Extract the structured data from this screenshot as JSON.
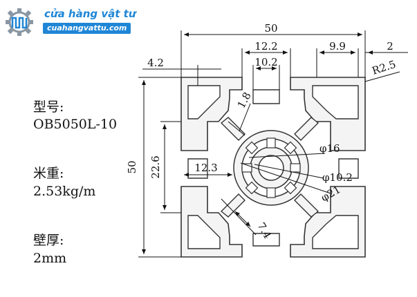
{
  "brand": {
    "name": "cửa hàng vật tư",
    "site": "cuahangvattu.com",
    "color": "#1f86d6"
  },
  "specs": {
    "model_label": "型号:",
    "model_value": "OB5050L-10",
    "weight_label": "米重:",
    "weight_value": "2.53kg/m",
    "wall_label": "壁厚:",
    "wall_value": "2mm"
  },
  "dimensions": {
    "overall_width": "50",
    "overall_height": "50",
    "slot_outer": "12.2",
    "slot_inner": "10.2",
    "flange": "9.9",
    "wall": "2",
    "radius": "R2.5",
    "lip": "4.2",
    "web": "1.8",
    "depth": "22.6",
    "core_offset": "12.3",
    "core_dia": "φ16",
    "bore_dia": "φ10.2",
    "ring_dia": "φ21",
    "diag": "7.4"
  }
}
